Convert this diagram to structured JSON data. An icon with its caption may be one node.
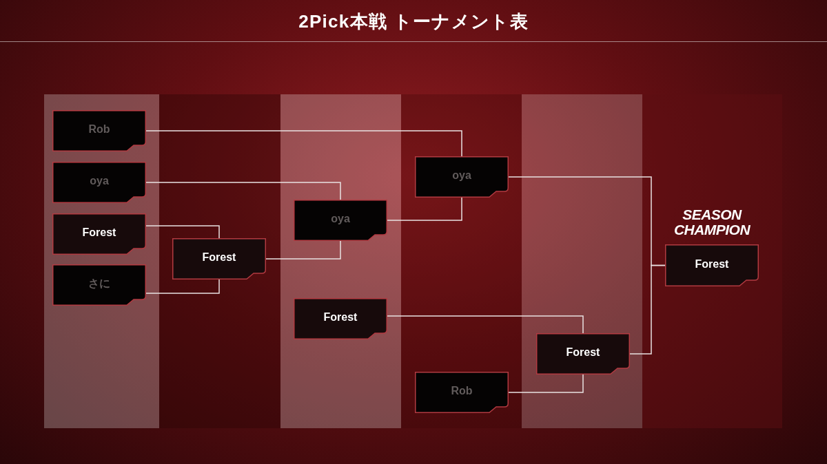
{
  "diagram": {
    "title": "2Pick本戦 トーナメント表",
    "nodes": [
      {
        "text": [
          "Rob"
        ]
      },
      {
        "text": [
          "oya"
        ]
      },
      {
        "text": [
          "Forest"
        ]
      },
      {
        "text": [
          "さに"
        ]
      },
      {
        "text": [
          "Forest"
        ]
      },
      {
        "text": [
          "oya"
        ]
      },
      {
        "text": [
          "Forest"
        ]
      },
      {
        "text": [
          "oya"
        ]
      },
      {
        "text": [
          "Rob"
        ]
      },
      {
        "text": [
          "Forest"
        ]
      },
      {
        "text": [
          "Forest"
        ],
        "beside": [
          "SEASON CHAMPION"
        ]
      }
    ],
    "edges": [
      {
        "from": 0,
        "to": 7,
        "arrow": "none"
      },
      {
        "from": 1,
        "to": 5,
        "arrow": "none"
      },
      {
        "from": 2,
        "to": 4,
        "arrow": "none"
      },
      {
        "from": 3,
        "to": 4,
        "arrow": "none"
      },
      {
        "from": 4,
        "to": 5,
        "arrow": "none"
      },
      {
        "from": 5,
        "to": 7,
        "arrow": "none"
      },
      {
        "from": 6,
        "to": 9,
        "arrow": "none"
      },
      {
        "from": 8,
        "to": 9,
        "arrow": "none"
      },
      {
        "from": 7,
        "to": 10,
        "arrow": "none"
      },
      {
        "from": 9,
        "to": 10,
        "arrow": "none"
      }
    ]
  }
}
